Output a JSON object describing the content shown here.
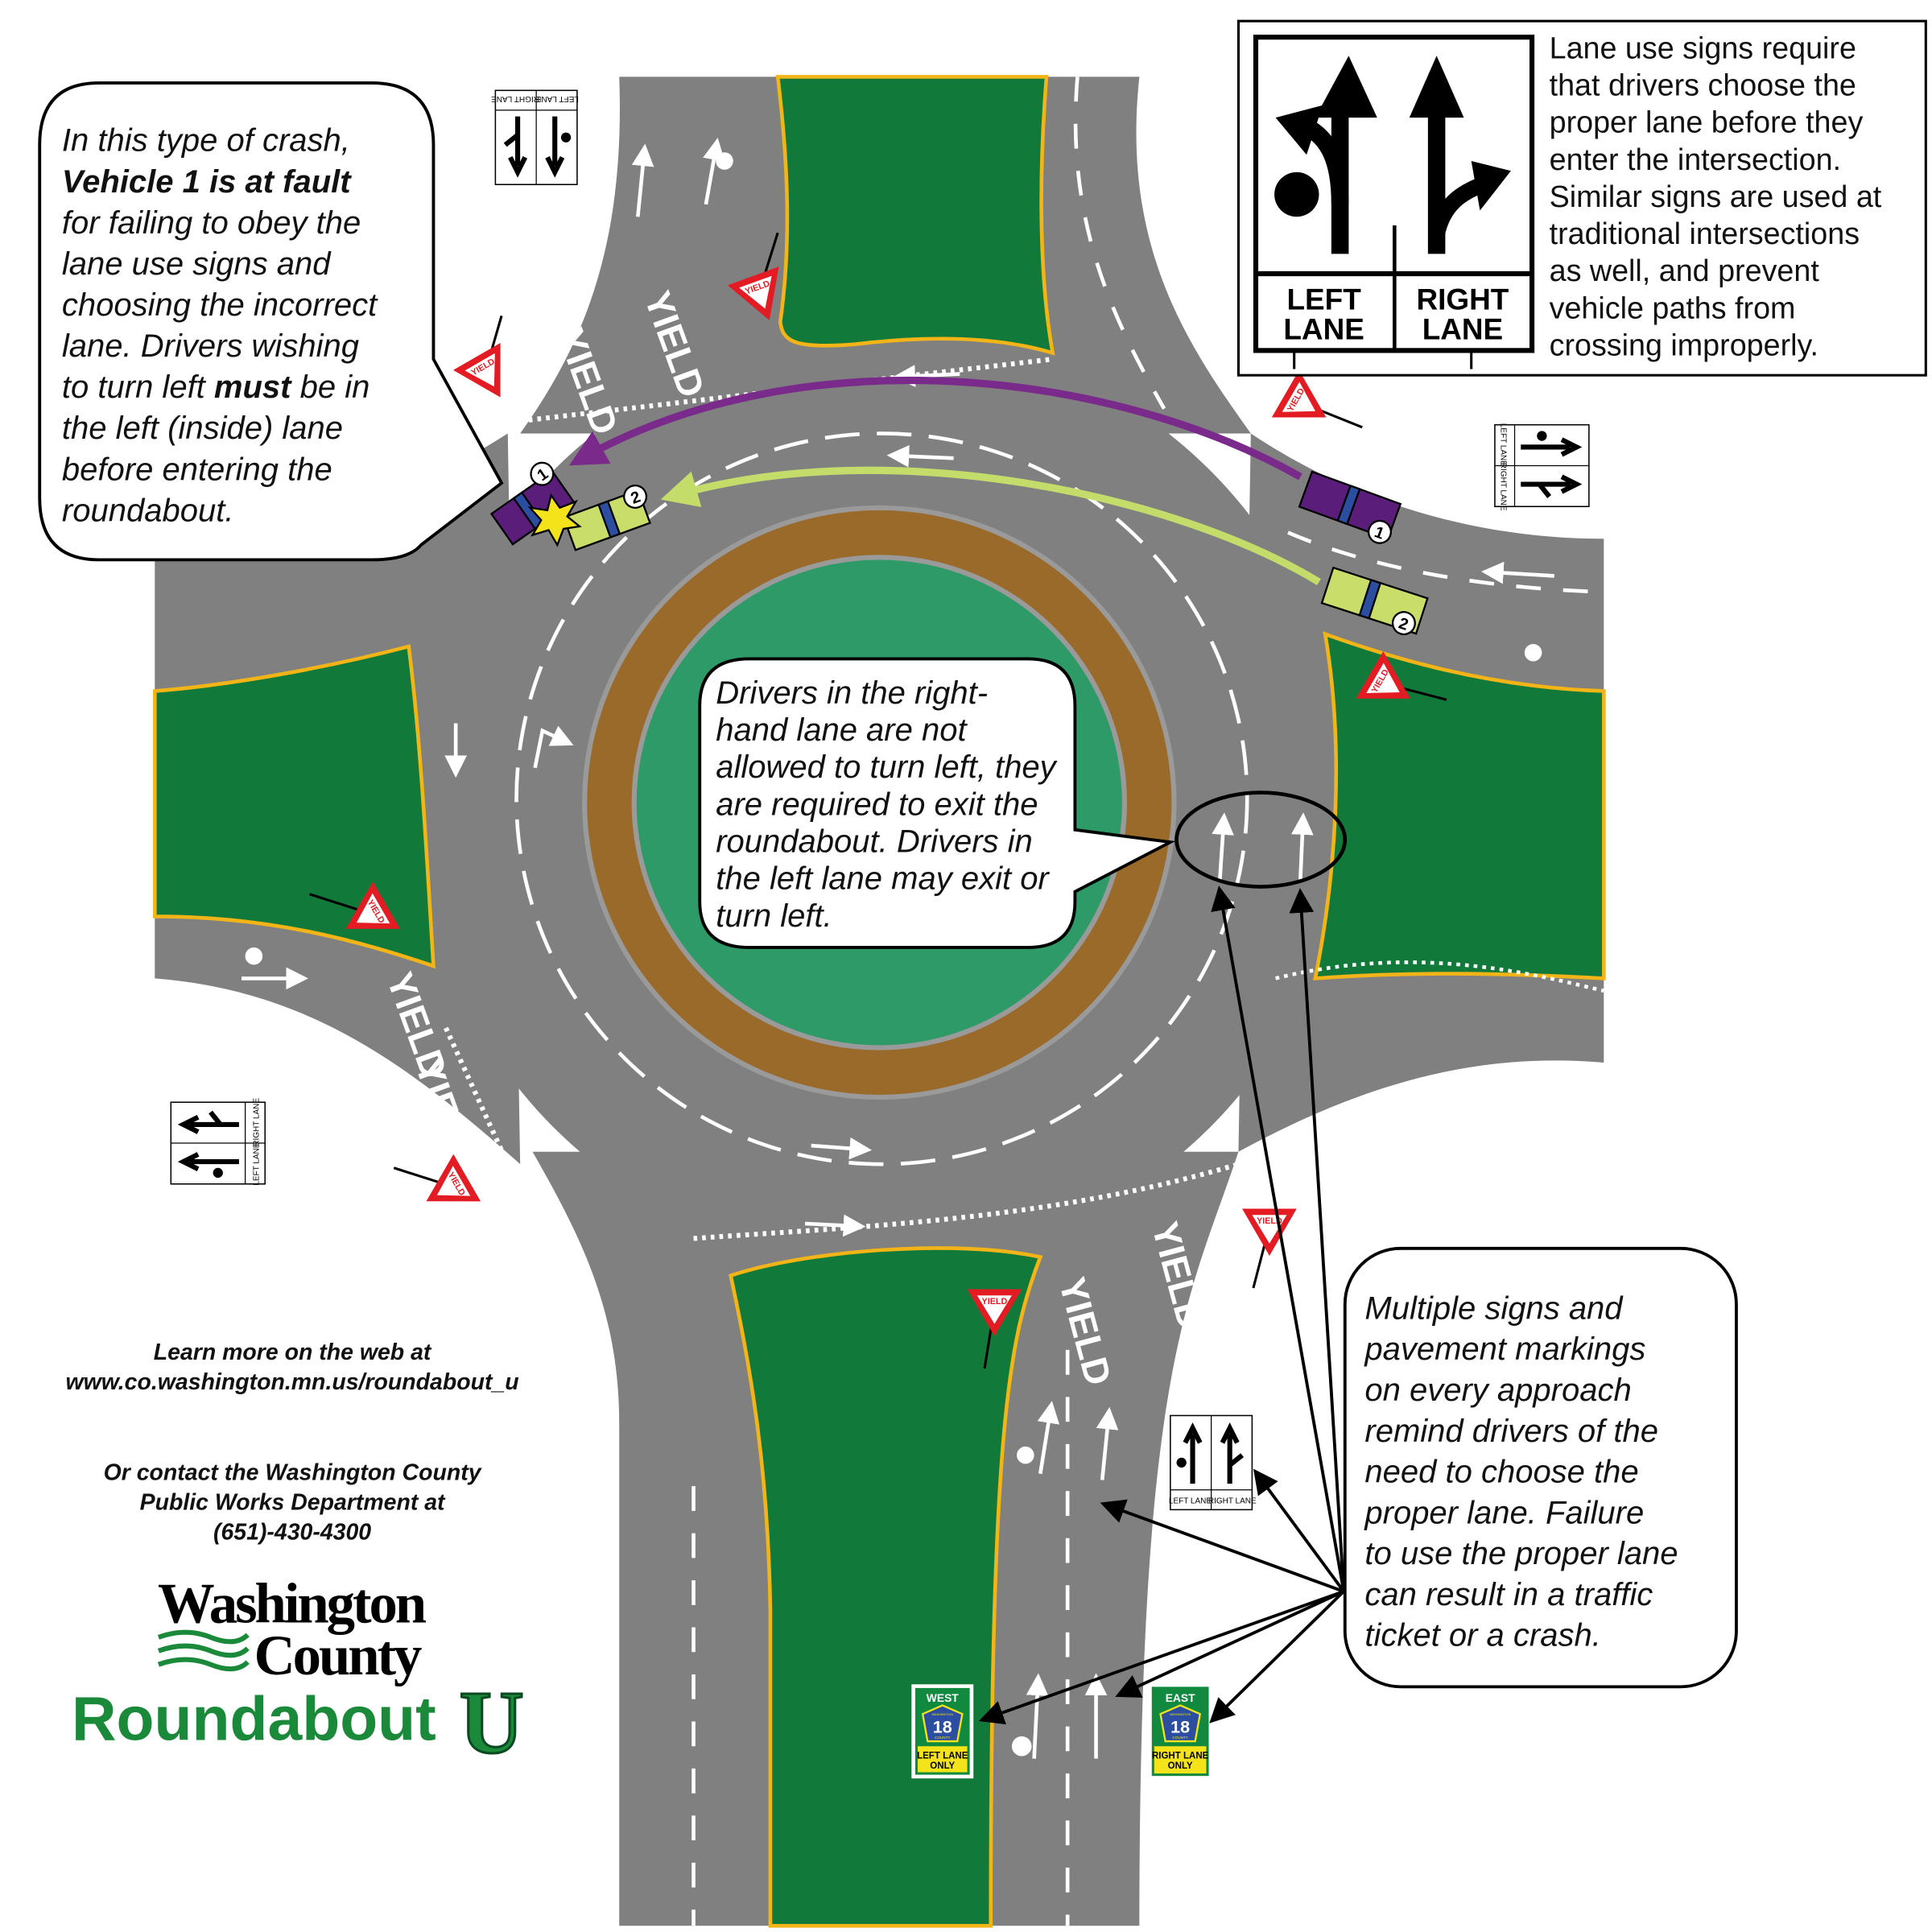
{
  "colors": {
    "road": "#808080",
    "island_green": "#117a3a",
    "central_green": "#2e9a68",
    "apron_brown": "#9a6a2a",
    "edge_yellow": "#f2b417",
    "vehicle1": "#5b1d7a",
    "vehicle2": "#c9dd6a",
    "path1": "#7a2a8a",
    "path2": "#c4dd6a",
    "yield_red": "#e31b23",
    "route_sign_green": "#118a40",
    "route_shield_blue": "#2b4ea0",
    "route_sign_yellow": "#f4e31a"
  },
  "crash_callout": {
    "lines": [
      [
        {
          "t": "In this type of crash,"
        }
      ],
      [
        {
          "t": "Vehicle 1 is at fault",
          "b": true
        }
      ],
      [
        {
          "t": "for failing to obey the"
        }
      ],
      [
        {
          "t": "lane use signs and"
        }
      ],
      [
        {
          "t": "choosing the incorrect"
        }
      ],
      [
        {
          "t": "lane.  Drivers wishing"
        }
      ],
      [
        {
          "t": "to turn left "
        },
        {
          "t": "must",
          "b": true
        },
        {
          "t": " be in"
        }
      ],
      [
        {
          "t": "the left (inside) lane"
        }
      ],
      [
        {
          "t": "before entering the"
        }
      ],
      [
        {
          "t": "roundabout."
        }
      ]
    ]
  },
  "center_callout": {
    "lines": [
      "Drivers in the right-",
      "hand lane are not",
      "allowed to turn left, they",
      "are required to exit the",
      "roundabout.  Drivers in",
      "the left lane may exit or",
      "turn left."
    ]
  },
  "signs_callout": {
    "lines": [
      "Multiple signs and",
      "pavement markings",
      "on every approach",
      "remind drivers of the",
      "need to choose the",
      "proper lane.  Failure",
      "to use the proper lane",
      "can result in a traffic",
      "ticket or a crash."
    ]
  },
  "lane_sign_info": {
    "left_label": [
      "LEFT",
      "LANE"
    ],
    "right_label": [
      "RIGHT",
      "LANE"
    ],
    "lines": [
      "Lane use signs require",
      "that drivers choose the",
      "proper lane before they",
      "enter the intersection.",
      "Similar signs are used at",
      "traditional intersections",
      "as well, and prevent",
      "vehicle paths from",
      "crossing improperly."
    ]
  },
  "small_lane_sign": {
    "left": "LEFT LANE",
    "right": "RIGHT LANE"
  },
  "yield_sign_text": "YIELD",
  "pavement_yield": "YIELD",
  "vehicles": [
    {
      "number": "1"
    },
    {
      "number": "2"
    }
  ],
  "route_signs": {
    "west": {
      "direction": "WEST",
      "county": "WASHINGTON",
      "route": "18",
      "county_label": "COUNTY",
      "lane": [
        "LEFT LANE",
        "ONLY"
      ]
    },
    "east": {
      "direction": "EAST",
      "county": "WASHINGTON",
      "route": "18",
      "county_label": "COUNTY",
      "lane": [
        "RIGHT LANE",
        "ONLY"
      ]
    }
  },
  "footer": {
    "web_lines": [
      "Learn more on the web at",
      "www.co.washington.mn.us/roundabout_u"
    ],
    "contact_lines": [
      "Or contact the Washington County",
      "Public Works Department at",
      "(651)-430-4300"
    ]
  },
  "logo": {
    "line1": "Washington",
    "line2": "County",
    "brand": "Roundabout",
    "brand_letter": "U"
  }
}
